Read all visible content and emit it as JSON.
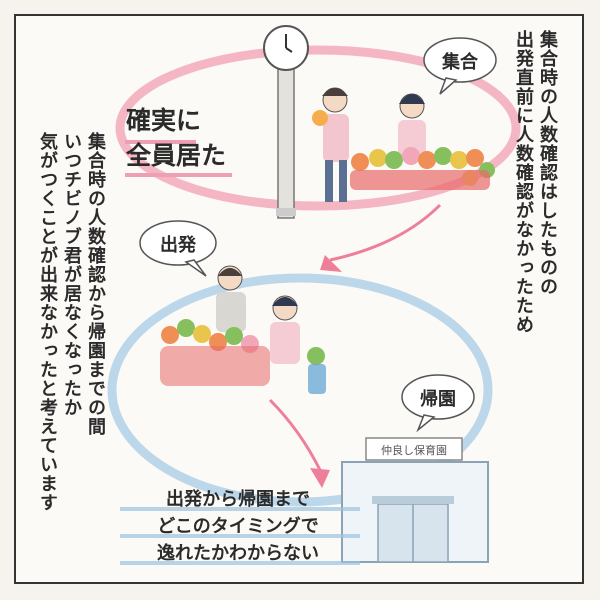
{
  "right_text": [
    "集合時の人数確認はしたものの",
    "出発直前に人数確認がなかったため"
  ],
  "left_text": [
    "集合時の人数確認から帰園までの間",
    "いつチビノブ君が居なくなったか",
    "気がつくことが出来なかったと考えています"
  ],
  "label_top": [
    "確実に",
    "全員居た"
  ],
  "bubbles": {
    "shugo": "集合",
    "shuppatsu": "出発",
    "kien": "帰園"
  },
  "sign": "仲良し保育園",
  "bottom_caption": [
    "出発から帰園まで",
    "どこのタイミングで",
    "逸れたかわからない"
  ],
  "colors": {
    "pink_loop": "#f3a9bb",
    "blue_loop": "#b6d3e8",
    "pink_underline": "#ef9fb4",
    "blue_underline": "#9cc3e0"
  }
}
